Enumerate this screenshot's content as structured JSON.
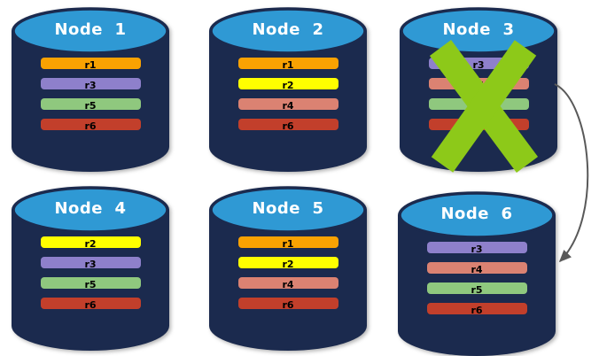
{
  "nodes": [
    {
      "title": "Node  1",
      "replicas": [
        "r1",
        "r3",
        "r5",
        "r6"
      ],
      "failed": false
    },
    {
      "title": "Node  2",
      "replicas": [
        "r1",
        "r2",
        "r4",
        "r6"
      ],
      "failed": false
    },
    {
      "title": "Node  3",
      "replicas": [
        "r3",
        "r4",
        "r5",
        "r6"
      ],
      "failed": true
    },
    {
      "title": "Node  4",
      "replicas": [
        "r2",
        "r3",
        "r5",
        "r6"
      ],
      "failed": false
    },
    {
      "title": "Node  5",
      "replicas": [
        "r1",
        "r2",
        "r4",
        "r6"
      ],
      "failed": false
    },
    {
      "title": "Node  6",
      "replicas": [
        "r3",
        "r4",
        "r5",
        "r6"
      ],
      "failed": false
    }
  ],
  "arrow": {
    "from": "Node 3",
    "to": "Node 6"
  },
  "colors": {
    "cylinder_body": "#1B2A4E",
    "cylinder_top": "#2F99D4",
    "title_text": "#FFFFFF",
    "bar_text": "#000000",
    "failure_x": "#8DC919",
    "arrow": "#595959",
    "replicas": {
      "r1": "#F9A202",
      "r2": "#FFFF00",
      "r3": "#8E80CB",
      "r4": "#DB8272",
      "r5": "#8FC87E",
      "r6": "#C23F2B"
    }
  }
}
